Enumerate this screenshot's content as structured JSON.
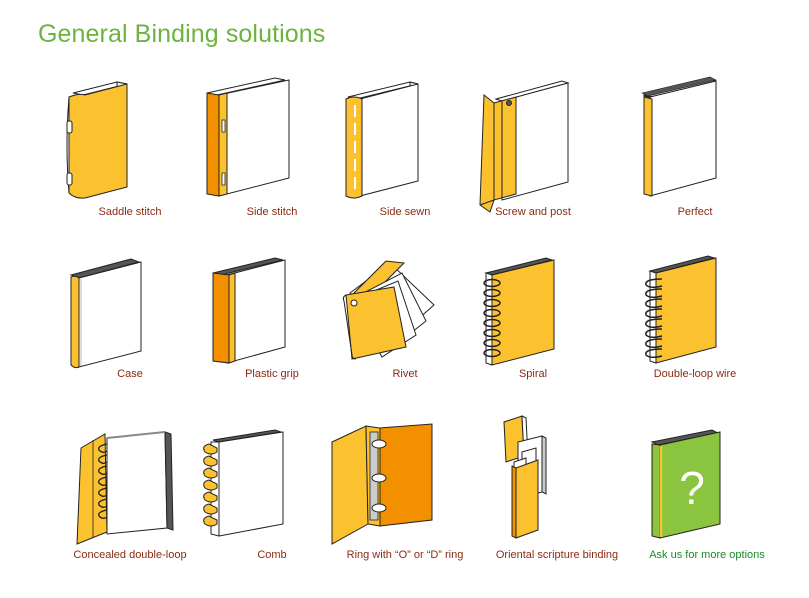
{
  "page_title": "General Binding solutions",
  "colors": {
    "title": "#6db33f",
    "yellow": "#fbc12f",
    "orange": "#f39000",
    "label": "#8b2a12",
    "green_label": "#1a8a2a",
    "lime": "#8bc43f"
  },
  "items": [
    {
      "label": "Saddle stitch",
      "icon": "saddle-stitch-icon"
    },
    {
      "label": "Side stitch",
      "icon": "side-stitch-icon"
    },
    {
      "label": "Side sewn",
      "icon": "side-sewn-icon"
    },
    {
      "label": "Screw and post",
      "icon": "screw-and-post-icon"
    },
    {
      "label": "Perfect",
      "icon": "perfect-binding-icon"
    },
    {
      "label": "Case",
      "icon": "case-binding-icon"
    },
    {
      "label": "Plastic grip",
      "icon": "plastic-grip-icon"
    },
    {
      "label": "Rivet",
      "icon": "rivet-icon"
    },
    {
      "label": "Spiral",
      "icon": "spiral-icon"
    },
    {
      "label": "Double-loop wire",
      "icon": "double-loop-wire-icon"
    },
    {
      "label": "Concealed double-loop",
      "icon": "concealed-double-loop-icon"
    },
    {
      "label": "Comb",
      "icon": "comb-icon"
    },
    {
      "label": "Ring with “O” or “D” ring",
      "icon": "ring-binder-icon"
    },
    {
      "label": "Oriental scripture binding",
      "icon": "oriental-scripture-icon"
    },
    {
      "label": "Ask us for more options",
      "icon": "question-book-icon",
      "question_mark": "?"
    }
  ]
}
